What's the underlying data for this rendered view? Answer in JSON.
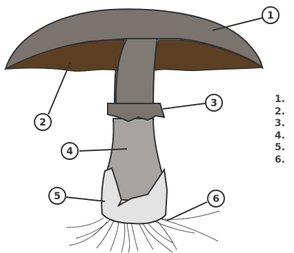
{
  "markers": [
    "1",
    "2",
    "3",
    "4",
    "5",
    "6"
  ],
  "legend": [
    "1.",
    "2.",
    "3.",
    "4.",
    "5.",
    "6."
  ],
  "colors": {
    "cap": "#7b746e",
    "gills": "#5c3f22",
    "stem": "#807a74",
    "stem_lower": "#a6a3a0",
    "volva": "#e3e3e3",
    "outline": "#333333"
  }
}
